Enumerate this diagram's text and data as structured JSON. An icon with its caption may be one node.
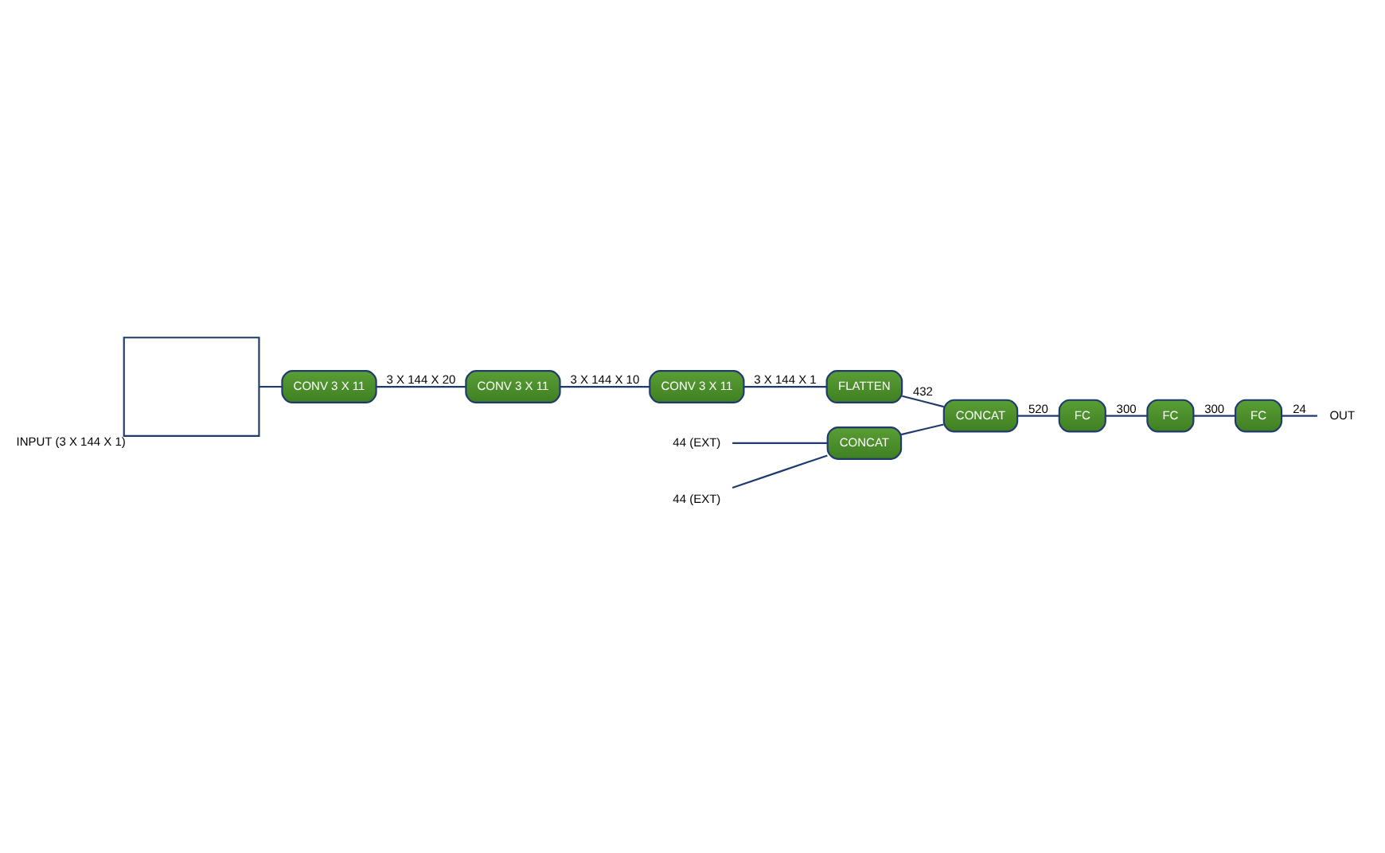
{
  "diagram": {
    "nodes": [
      {
        "text": [],
        "shape": "box",
        "beside": [
          "INPUT (3 X 144 X 1)"
        ]
      },
      {
        "text": [
          "CONV 3 X 11"
        ]
      },
      {
        "text": [
          "CONV 3 X 11"
        ]
      },
      {
        "text": [
          "CONV 3 X 11"
        ]
      },
      {
        "text": [
          "FLATTEN"
        ]
      },
      {
        "text": [
          "CONCAT"
        ]
      },
      {
        "text": [
          "FC"
        ]
      },
      {
        "text": [
          "FC"
        ]
      },
      {
        "text": [
          "FC"
        ]
      },
      {
        "text": [
          "OUT"
        ]
      },
      {
        "text": [
          "CONCAT"
        ]
      },
      {
        "text": [
          "44 (EXT)"
        ]
      },
      {
        "text": [
          "44 (EXT)"
        ]
      }
    ],
    "edges": [
      {
        "from": 0,
        "to": 1,
        "arrow": "none"
      },
      {
        "from": 1,
        "to": 2,
        "arrow": "none",
        "label": "3 X 144 X 20"
      },
      {
        "from": 2,
        "to": 3,
        "arrow": "none",
        "label": "3 X 144 X 10"
      },
      {
        "from": 3,
        "to": 4,
        "arrow": "none",
        "label": "3 X 144 X 1"
      },
      {
        "from": 4,
        "to": 5,
        "arrow": "none",
        "label": "432"
      },
      {
        "from": 10,
        "to": 5,
        "arrow": "none"
      },
      {
        "from": 5,
        "to": 6,
        "arrow": "none",
        "label": "520"
      },
      {
        "from": 6,
        "to": 7,
        "arrow": "none",
        "label": "300"
      },
      {
        "from": 7,
        "to": 8,
        "arrow": "none",
        "label": "300"
      },
      {
        "from": 8,
        "to": 9,
        "arrow": "none",
        "label": "24"
      },
      {
        "from": 11,
        "to": 10,
        "arrow": "none"
      },
      {
        "from": 12,
        "to": 10,
        "arrow": "none"
      }
    ]
  }
}
